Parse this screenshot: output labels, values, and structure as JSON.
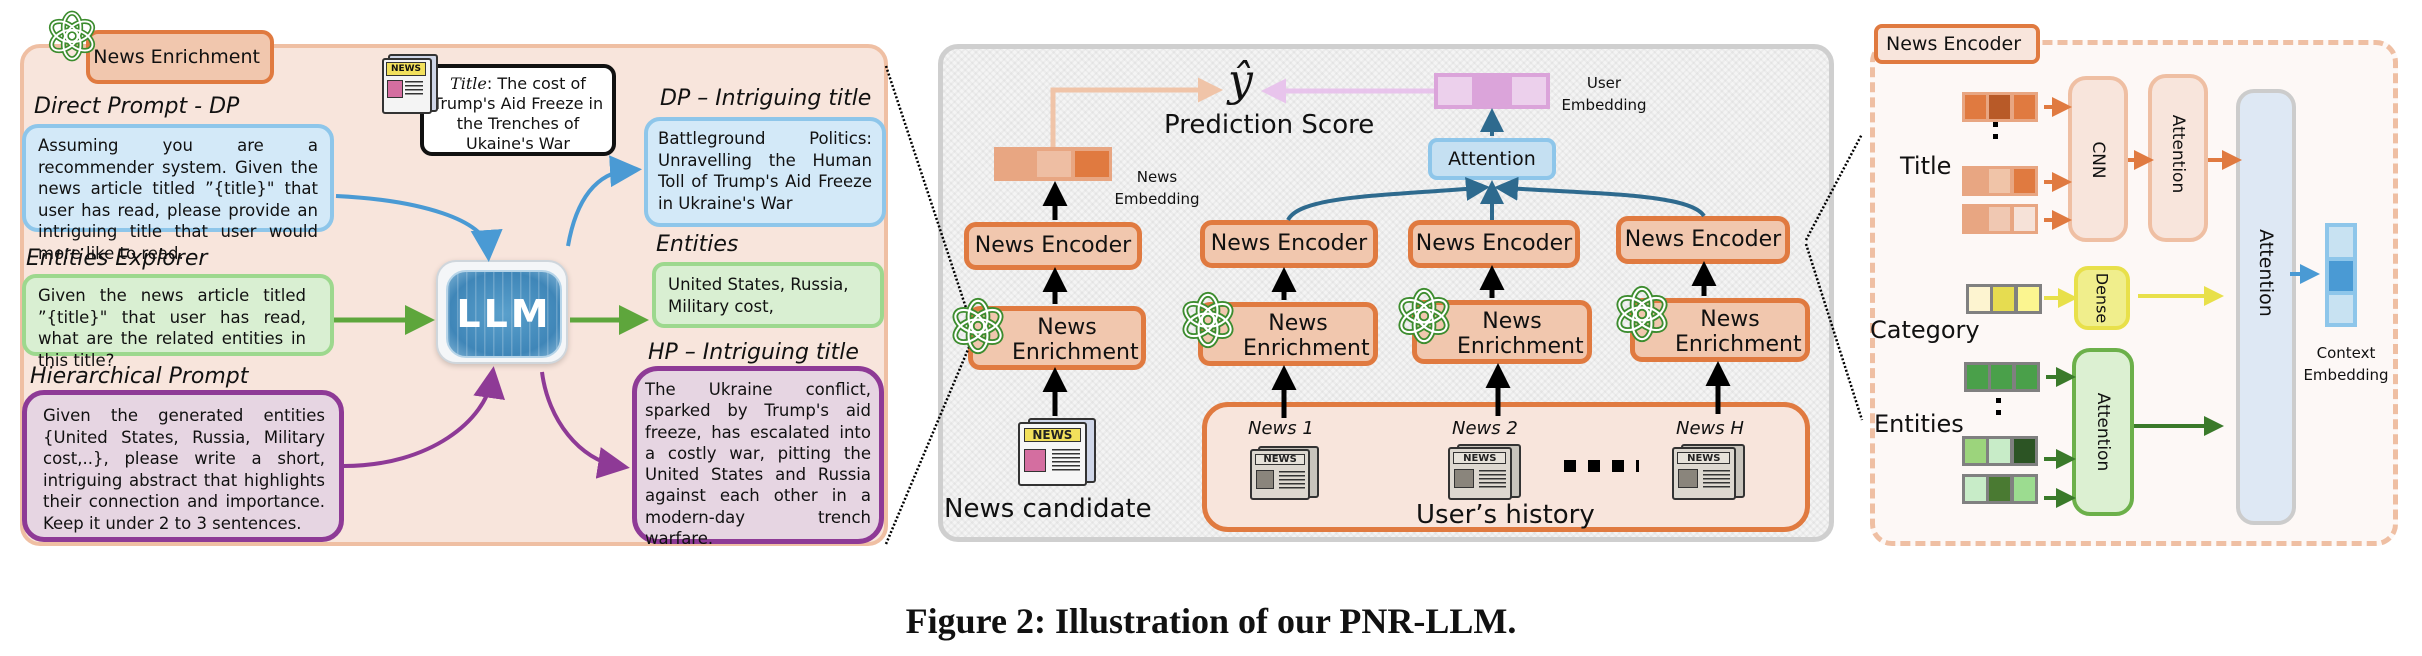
{
  "caption": "Figure 2: Illustration of our PNR-LLM.",
  "enrichment_panel": {
    "title": "News Enrichment",
    "input_title_prefix": "Title",
    "input_title_text": ": The cost of Trump's Aid Freeze in the Trenches of Ukaine's War",
    "llm_label": "LLM",
    "prompts": [
      {
        "label": "Direct Prompt - DP",
        "text": "Assuming you are a recommender system. Given the news article titled ”{title}\" that user has read, please provide an intriguing title that user would more like to read."
      },
      {
        "label": "Entities Explorer",
        "text": "Given the news article titled ”{title}\" that user has read, what are the related entities in this title?"
      },
      {
        "label": "Hierarchical  Prompt",
        "text": "Given the generated entities {United States, Russia, Military cost,..}, please write a short, intriguing abstract that highlights their connection and importance. Keep it under 2 to 3 sentences."
      }
    ],
    "outputs": [
      {
        "label": "DP – Intriguing title",
        "text": "Battleground Politics: Unravelling the Human Toll of Trump's Aid Freeze in Ukraine's War"
      },
      {
        "label": "Entities",
        "text": "United States, Russia, Military cost,"
      },
      {
        "label": "HP – Intriguing title",
        "text": "The Ukraine conflict, sparked by Trump's aid freeze, has escalated into a costly war, pitting the United States and Russia against each other in a modern-day trench warfare."
      }
    ]
  },
  "model_panel": {
    "prediction_symbol": "ŷ",
    "prediction_label": "Prediction Score",
    "news_embedding_label": "News Embedding",
    "user_embedding_label": "User Embedding",
    "attention_label": "Attention",
    "news_encoder_label": "News Encoder",
    "news_enrichment_label": "News Enrichment",
    "news_candidate_label": "News  candidate",
    "user_history_label": "User’s history",
    "history_items": [
      "News 1",
      "News 2",
      "News H"
    ],
    "news_icon_text": "NEWS"
  },
  "encoder_panel": {
    "title": "News Encoder",
    "inputs": [
      "Title",
      "Category",
      "Entities"
    ],
    "cnn_label": "CNN",
    "title_attention_label": "Attention",
    "dense_label": "Dense",
    "entity_attention_label": "Attention",
    "fusion_attention_label": "Attention",
    "context_embedding_label": "Context Embedding"
  },
  "colors": {
    "orange": "#e07a40",
    "light_orange": "#f1c7ae",
    "blue": "#4a9ad4",
    "green": "#5ea63c",
    "purple": "#8e3a96",
    "dark_teal": "#2e6a8e",
    "yellow": "#e8e04a"
  }
}
